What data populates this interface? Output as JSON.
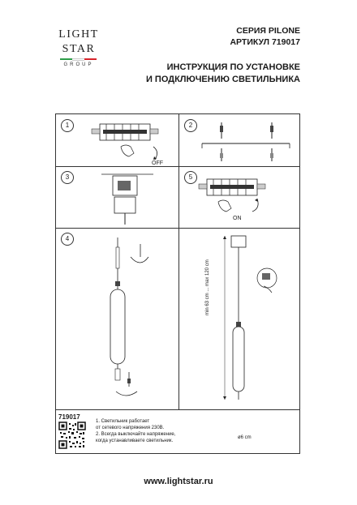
{
  "brand": {
    "line1": "LIGHT",
    "line2": "STAR",
    "line3": "GROUP",
    "flag_colors": [
      "#2e9e4a",
      "#ffffff",
      "#d8242b"
    ]
  },
  "header": {
    "series": "СЕРИЯ PILONE",
    "article": "АРТИКУЛ 719017"
  },
  "title": {
    "line1": "ИНСТРУКЦИЯ ПО УСТАНОВКЕ",
    "line2": "И ПОДКЛЮЧЕНИЮ СВЕТИЛЬНИКА"
  },
  "steps": {
    "s1": {
      "number": "1",
      "label": "OFF"
    },
    "s2": {
      "number": "2"
    },
    "s3": {
      "number": "3"
    },
    "s5": {
      "number": "5",
      "label": "ON"
    },
    "s4": {
      "number": "4"
    }
  },
  "dimensions": {
    "height": "min 63 cm ... max 120 cm",
    "diameter": "ø6 cm"
  },
  "product": {
    "model": "719017"
  },
  "notes": [
    "1. Светильник работает",
    "от сетевого напряжения 230В.",
    "2. Всегда выключайте напряжение,",
    "когда устанавливаете светильник."
  ],
  "footer": {
    "url": "www.lightstar.ru"
  }
}
